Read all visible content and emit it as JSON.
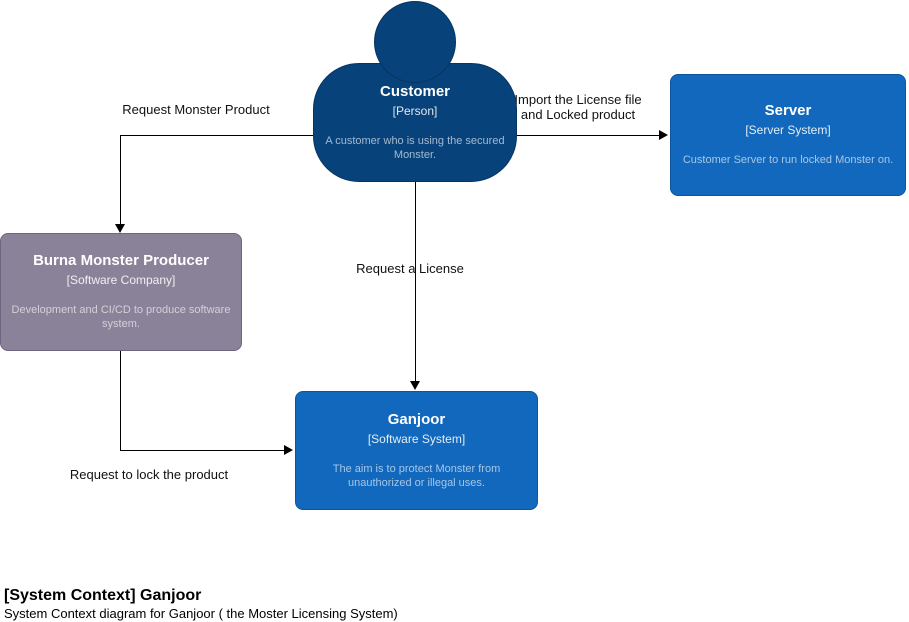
{
  "footer": {
    "title": "[System Context] Ganjoor",
    "subtitle": "System Context diagram for Ganjoor ( the Moster Licensing System)"
  },
  "colors": {
    "background": "#ffffff",
    "person_fill": "#08427b",
    "system_fill": "#1168bd",
    "external_fill": "#8a8299",
    "node_title_text": "#ffffff",
    "edge_line": "#000000"
  },
  "nodes": {
    "customer": {
      "title": "Customer",
      "type_label": "[Person]",
      "description": "A customer who is using the secured Monster."
    },
    "server": {
      "title": "Server",
      "type_label": "[Server System]",
      "description": "Customer Server to run locked Monster on."
    },
    "burna_monster_producer": {
      "title": "Burna Monster Producer",
      "type_label": "[Software Company]",
      "description": "Development and CI/CD to produce software system."
    },
    "ganjoor": {
      "title": "Ganjoor",
      "type_label": "[Software System]",
      "description": "The aim is to protect Monster from unauthorized or illegal uses."
    }
  },
  "edges": {
    "customer_to_burna": {
      "label": "Request Monster Product"
    },
    "customer_to_server": {
      "label_line1": "Import the License file",
      "label_line2": "and Locked product"
    },
    "customer_to_ganjoor": {
      "label": "Request a License"
    },
    "burna_to_ganjoor": {
      "label": "Request to lock the product"
    }
  }
}
